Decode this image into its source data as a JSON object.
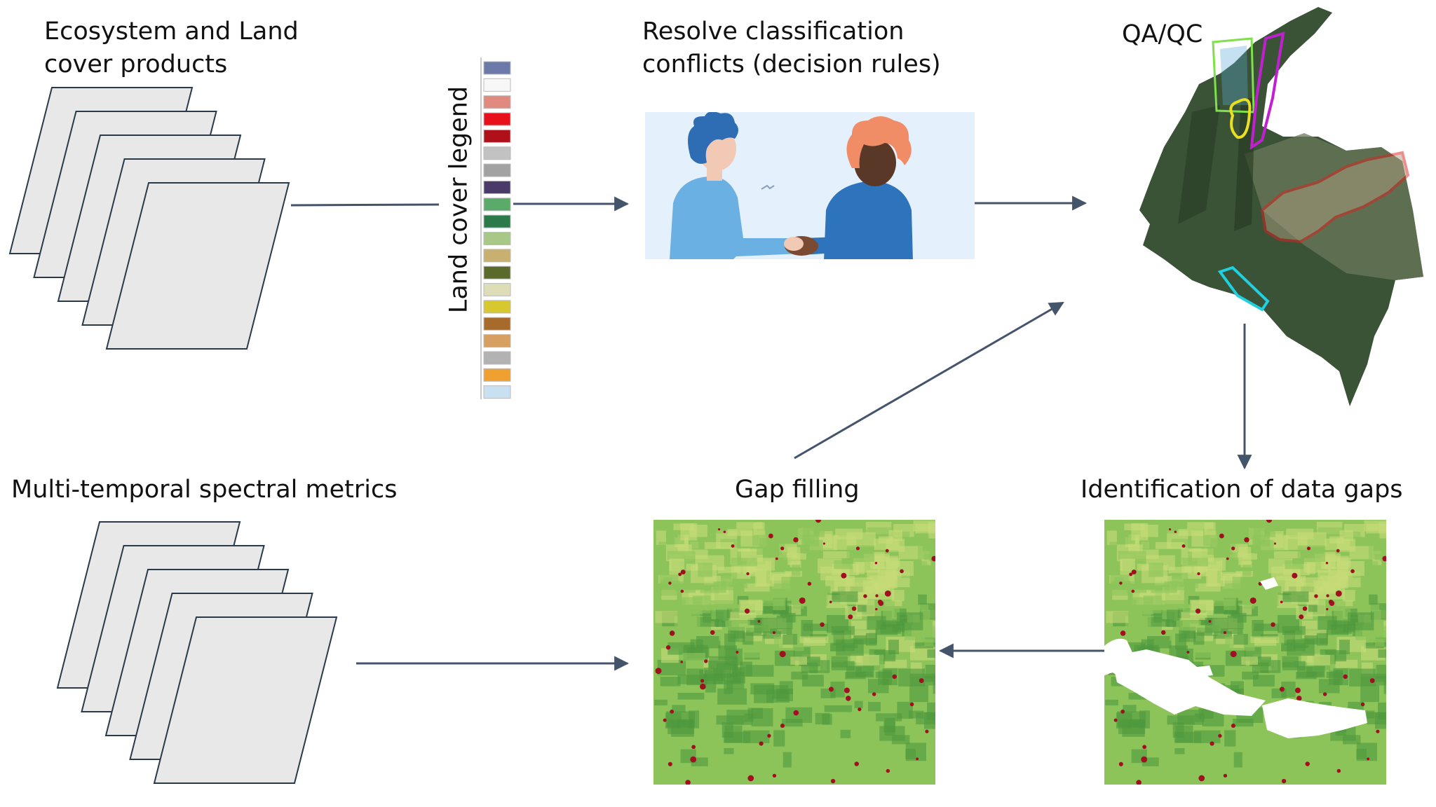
{
  "labels": {
    "ecosystem_products": "Ecosystem and Land\ncover products",
    "resolve_conflicts": "Resolve classification\nconflicts (decision rules)",
    "qa_qc": "QA/QC",
    "spectral_metrics": "Multi-temporal spectral metrics",
    "gap_filling": "Gap filling",
    "data_gaps": "Identification of data gaps",
    "legend_title": "Land cover legend"
  },
  "legend_swatches": [
    "#6b7aa8",
    "#f7f7f7",
    "#e08a80",
    "#e8101a",
    "#b0101a",
    "#c2c2c2",
    "#a2a2a2",
    "#4a3a6a",
    "#5aaa6a",
    "#2a7a4a",
    "#a8c888",
    "#c8b070",
    "#5a6a2a",
    "#ddddb8",
    "#d8c830",
    "#a86a2a",
    "#d8a060",
    "#b2b2b2",
    "#f0a030",
    "#c8e0f0"
  ],
  "colors": {
    "arrow": "#44546a",
    "stack_fill": "#e8e8e8",
    "stack_stroke": "#2a3a4a",
    "handshake_bg": "#e4f0fb",
    "person_left": "#6ab0e2",
    "person_right": "#2e74bd",
    "hair_left": "#2e6db4",
    "hair_right": "#f08c66",
    "map_land": "#3a5236",
    "map_east": "#6a7a5a",
    "qc_green": "#7ee04a",
    "qc_magenta": "#c020d0",
    "qc_yellow": "#e8e020",
    "qc_red": "#e02020",
    "qc_cyan": "#20d0e0",
    "raster_base": "#8cc45a",
    "raster_light": "#c8dc78",
    "raster_dark": "#4e9a3e",
    "raster_red": "#a01020"
  },
  "icons": {
    "stack_top": "layer-stack-icon",
    "stack_bottom": "layer-stack-icon",
    "handshake": "handshake-illustration",
    "map": "colombia-relief-map",
    "raster_filled": "gap-filled-raster",
    "raster_gaps": "raster-with-gaps"
  }
}
